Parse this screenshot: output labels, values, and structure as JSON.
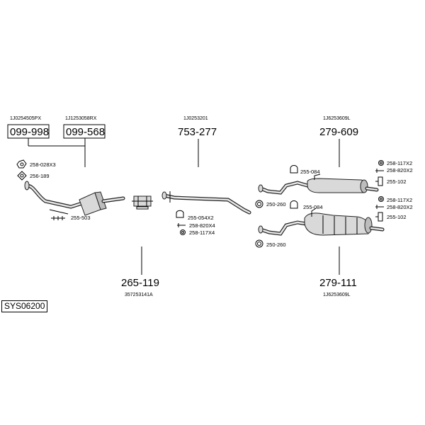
{
  "system_code": "SYS06200",
  "parts": [
    {
      "id": "p1",
      "oem": "1J0254505PX",
      "number": "099-998"
    },
    {
      "id": "p2",
      "oem": "1J1253058RX",
      "number": "099-568"
    },
    {
      "id": "p3",
      "oem": "1J0253201",
      "number": "753-277"
    },
    {
      "id": "p4",
      "oem": "1J6253609L",
      "number": "279-609"
    },
    {
      "id": "p5",
      "oem": "357253141A",
      "number": "265-119"
    },
    {
      "id": "p6",
      "oem": "1J6253609L",
      "number": "279-111"
    }
  ],
  "accessories": {
    "a1": "258-028X3",
    "a2": "256-189",
    "a3": "255-503",
    "a4": "255-054X2",
    "a5": "258-820X4",
    "a6": "258-117X4",
    "a7": "255-084",
    "a8": "250-260",
    "a9": "258-117X2",
    "a10": "258-820X2",
    "a11": "255-102",
    "a12": "255-084",
    "a13": "258-117X2",
    "a14": "258-820X2",
    "a15": "255-102",
    "a16": "250-260"
  },
  "icons": {
    "nut": "nut-icon",
    "gasket": "gasket-icon",
    "clamp": "clamp-icon",
    "ring": "ring-icon",
    "bolt": "bolt-icon",
    "hanger": "hanger-icon"
  }
}
